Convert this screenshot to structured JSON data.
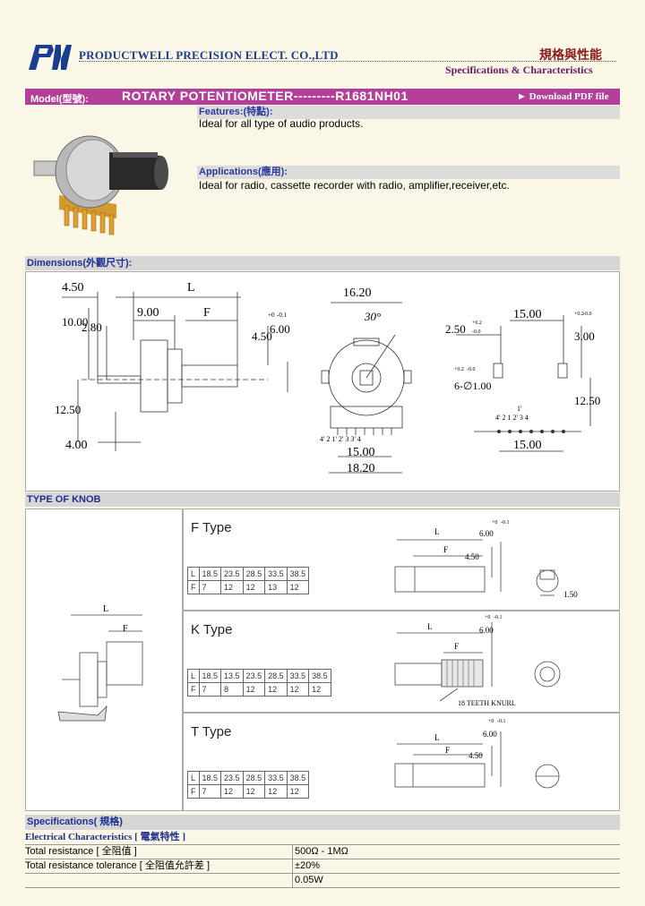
{
  "header": {
    "logo_text": "PW",
    "company_name": "PRODUCTWELL PRECISION ELECT. CO.,LTD",
    "cjk_title": "規格與性能",
    "subtitle": "Specifications & Characteristics"
  },
  "model": {
    "label": "Model(型號):",
    "title": "ROTARY  POTENTIOMETER---------R1681NH01",
    "download_label": "► Download PDF file"
  },
  "features": {
    "heading": "Features:(特點):",
    "text": "Ideal for all type of audio products."
  },
  "applications": {
    "heading": "Applications(應用):",
    "text": "Ideal for radio, cassette recorder with radio, amplifier,receiver,etc."
  },
  "dimensions": {
    "heading": "Dimensions(外觀尺寸):",
    "labels": {
      "d450": "4.50",
      "dL": "L",
      "d1000": "10.00",
      "d280": "2.80",
      "d900": "9.00",
      "dF": "F",
      "d450b": "4.50",
      "d600": "6.00",
      "d600tol_a": "+0",
      "d600tol_b": "-0.1",
      "d1250": "12.50",
      "d400": "4.00",
      "d1620": "16.20",
      "d30": "30°",
      "d1500": "15.00",
      "d1820": "18.20",
      "d250": "2.50",
      "d250tol_a": "+0.2",
      "d250tol_b": "-0.0",
      "d1500r": "15.00",
      "d300": "3.00",
      "d300tol_a": "+0.2",
      "d300tol_b": "-0.0",
      "d6x100": "6-∅1.00",
      "d100tol_a": "+0.2",
      "d100tol_b": "-0.0",
      "d1250r": "12.50",
      "d1500r2": "15.00",
      "pins_front": "4' 2  1' 2' 3  3' 4",
      "pins_top": "1'",
      "pins_right": "4' 2  1  2' 3  4"
    }
  },
  "knob": {
    "heading": "TYPE OF KNOB",
    "left_L": "L",
    "left_F": "F",
    "types": [
      {
        "name": "F Type",
        "L": [
          "L",
          "18.5",
          "23.5",
          "28.5",
          "33.5",
          "38.5"
        ],
        "F": [
          "F",
          "7",
          "12",
          "12",
          "13",
          "12"
        ],
        "dims": {
          "L": "L",
          "F": "F",
          "h": "4.50",
          "d": "6.00",
          "tol_a": "+0",
          "tol_b": "-0.1",
          "w": "1.50"
        }
      },
      {
        "name": "K Type",
        "L": [
          "L",
          "18.5",
          "13.5",
          "23.5",
          "28.5",
          "33.5",
          "38.5"
        ],
        "F": [
          "F",
          "7",
          "8",
          "12",
          "12",
          "12",
          "12"
        ],
        "dims": {
          "L": "L",
          "F": "F",
          "d": "6.00",
          "tol_a": "+0",
          "tol_b": "-0.1",
          "knurl": "18 TEETH KNURL"
        }
      },
      {
        "name": "T Type",
        "L": [
          "L",
          "18.5",
          "23.5",
          "28.5",
          "33.5",
          "38.5"
        ],
        "F": [
          "F",
          "7",
          "12",
          "12",
          "12",
          "12"
        ],
        "dims": {
          "L": "L",
          "F": "F",
          "h": "4.50",
          "d": "6.00",
          "tol_a": "+0",
          "tol_b": "-0.1"
        }
      }
    ]
  },
  "specs": {
    "heading": "Specifications( 規格)",
    "electrical_heading": "Electrical Characteristics [ 電氣特性 ]",
    "rows": [
      {
        "name": "Total resistance [ 全阻值 ]",
        "value": "500Ω - 1MΩ"
      },
      {
        "name": "Total resistance tolerance [ 全阻值允許差 ]",
        "value": "±20%"
      },
      {
        "name": "",
        "value": "0.05W"
      }
    ]
  }
}
